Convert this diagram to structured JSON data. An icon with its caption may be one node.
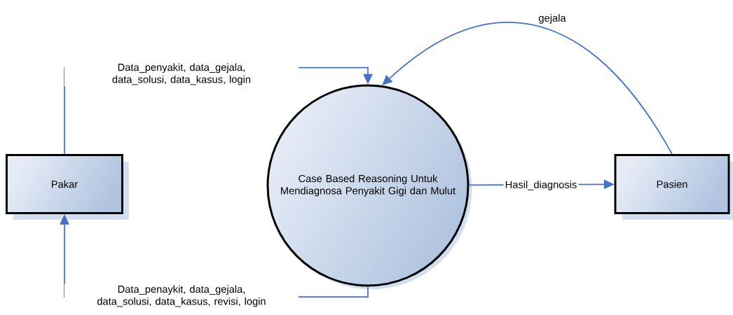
{
  "diagram": {
    "nodes": [
      {
        "text": [
          "Pakar"
        ]
      },
      {
        "text": [
          "Case Based Reasoning Untuk Mendiagnosa Penyakit Gigi dan Mulut"
        ]
      },
      {
        "text": [
          "Pasien"
        ]
      }
    ],
    "edges": [
      {
        "from": 0,
        "to": 1,
        "arrow": "to",
        "label": "Data_penyakit, data_gejala, data_solusi, data_kasus, login"
      },
      {
        "from": 1,
        "to": 0,
        "arrow": "to",
        "label": "Data_penaykit, data_gejala, data_solusi, data_kasus, revisi, login"
      },
      {
        "from": 1,
        "to": 2,
        "arrow": "to",
        "label": "Hasil_diagnosis"
      },
      {
        "from": 2,
        "to": 1,
        "arrow": "to",
        "label": "gejala"
      }
    ]
  }
}
